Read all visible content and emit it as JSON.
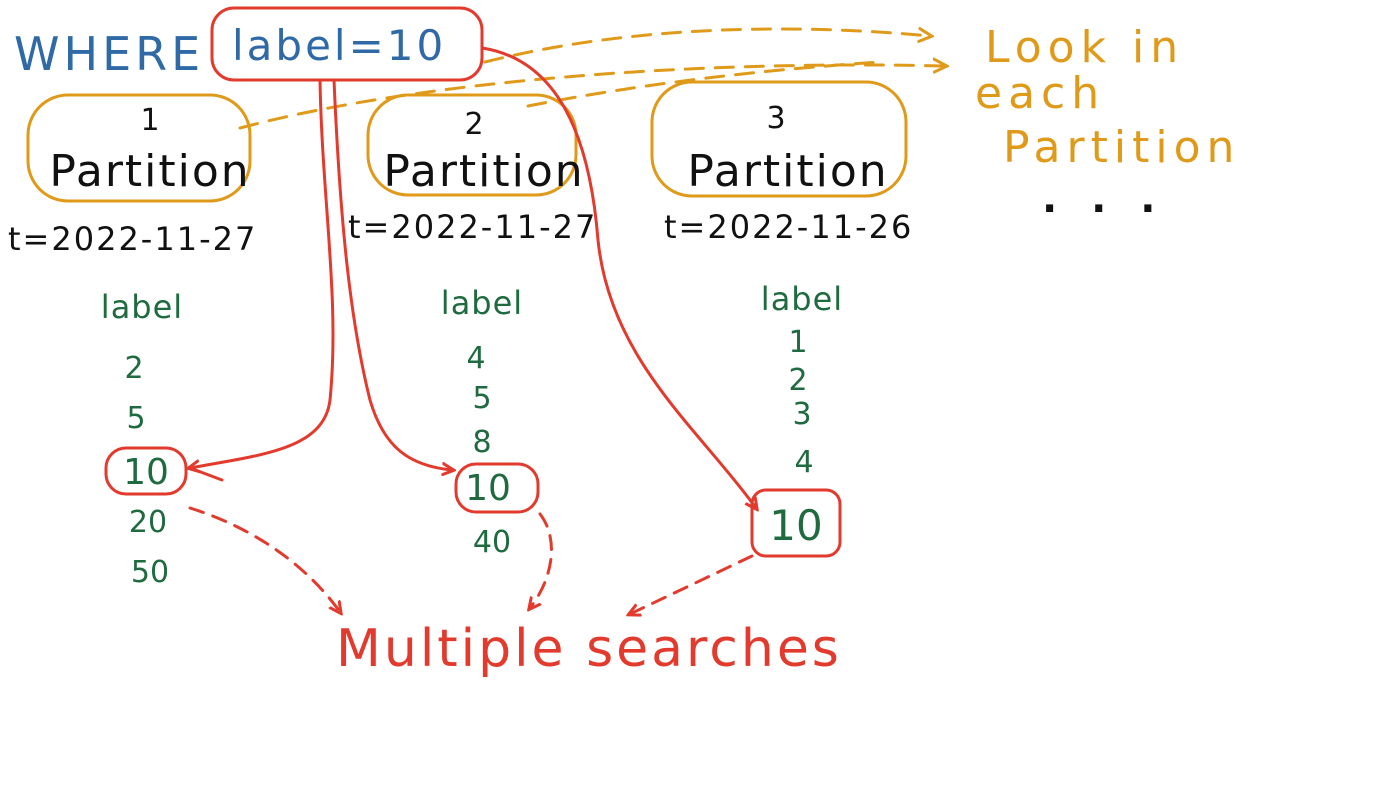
{
  "query": {
    "keyword": "WHERE",
    "condition": "label=10"
  },
  "note": {
    "lines": [
      "Look in",
      "each",
      "Partition"
    ],
    "ellipsis": ". . ."
  },
  "partitions": [
    {
      "number": "1",
      "title": "Partition",
      "timestamp": "t=2022-11-27",
      "column_label": "label",
      "values": [
        "2",
        "5",
        "10",
        "20",
        "50"
      ],
      "match": "10"
    },
    {
      "number": "2",
      "title": "Partition",
      "timestamp": "t=2022-11-27",
      "column_label": "label",
      "values": [
        "4",
        "5",
        "8",
        "10",
        "40"
      ],
      "match": "10"
    },
    {
      "number": "3",
      "title": "Partition",
      "timestamp": "t=2022-11-26",
      "column_label": "label",
      "values": [
        "1",
        "2",
        "3",
        "4",
        "10"
      ],
      "match": "10"
    }
  ],
  "result": {
    "label": "Multiple searches"
  },
  "colors": {
    "query": "#2f6aa6",
    "partition_outline": "#e09a1a",
    "search_path": "#e23b2e",
    "values": "#1f6b3f",
    "text": "#111111"
  }
}
